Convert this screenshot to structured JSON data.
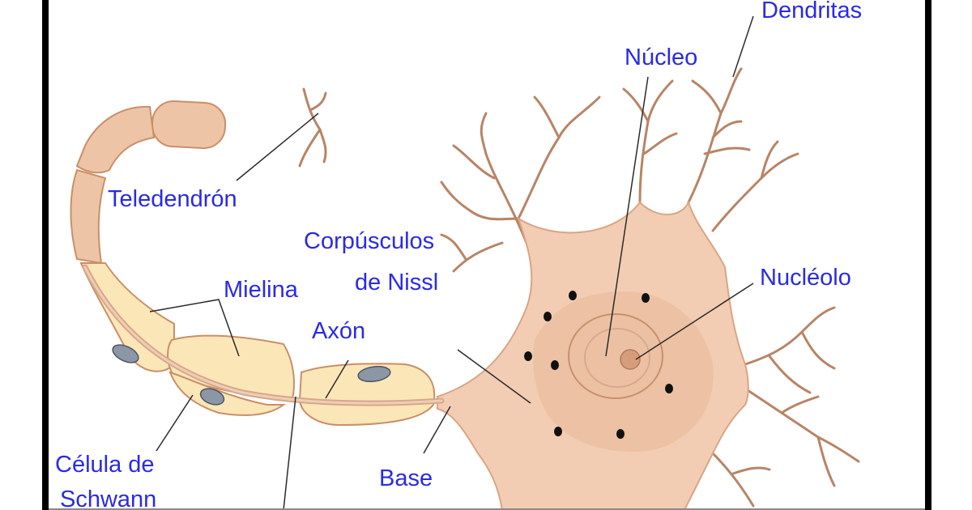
{
  "colors": {
    "label": "#2a2ae6",
    "leader": "#2b2b2b",
    "frame": "#000000",
    "cytoplasm": "#f2cdb3",
    "cytoplasm_shade": "#d9a584",
    "myelin": "#fbe6b8",
    "myelin_edge": "#c98f68",
    "axon_segment": "#eec4a6",
    "schwann_nucleus": "#8c97a6",
    "nissl": "#111111"
  },
  "labels": {
    "dendritas": "Dendritas",
    "nucleo": "Núcleo",
    "teledendron": "Teledendrón",
    "corpusculos_line1": "Corpúsculos",
    "corpusculos_line2": "de Nissl",
    "nucleolo": "Nucléolo",
    "mielina": "Mielina",
    "axon": "Axón",
    "celula_line1": "Célula de",
    "celula_line2": "Schwann",
    "base_line1": "Base"
  }
}
